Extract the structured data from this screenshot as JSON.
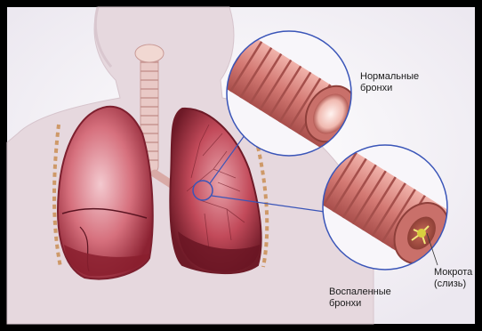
{
  "labels": {
    "normal_bronchi": "Нормальные\nбронхи",
    "inflamed_bronchi": "Воспаленные\nбронхи",
    "mucus": "Мокрота\n(слизь)"
  },
  "colors": {
    "frame": "#000000",
    "background": "#f4f2f7",
    "body_silhouette": "#e2d3da",
    "lung_tissue": "#c9495a",
    "lung_dark": "#7d1f2e",
    "bronchus_tube": "#d98580",
    "bronchus_ring": "#b55a55",
    "magnifier_circle": "#3a55b8",
    "mucus": "#e2d64a"
  }
}
